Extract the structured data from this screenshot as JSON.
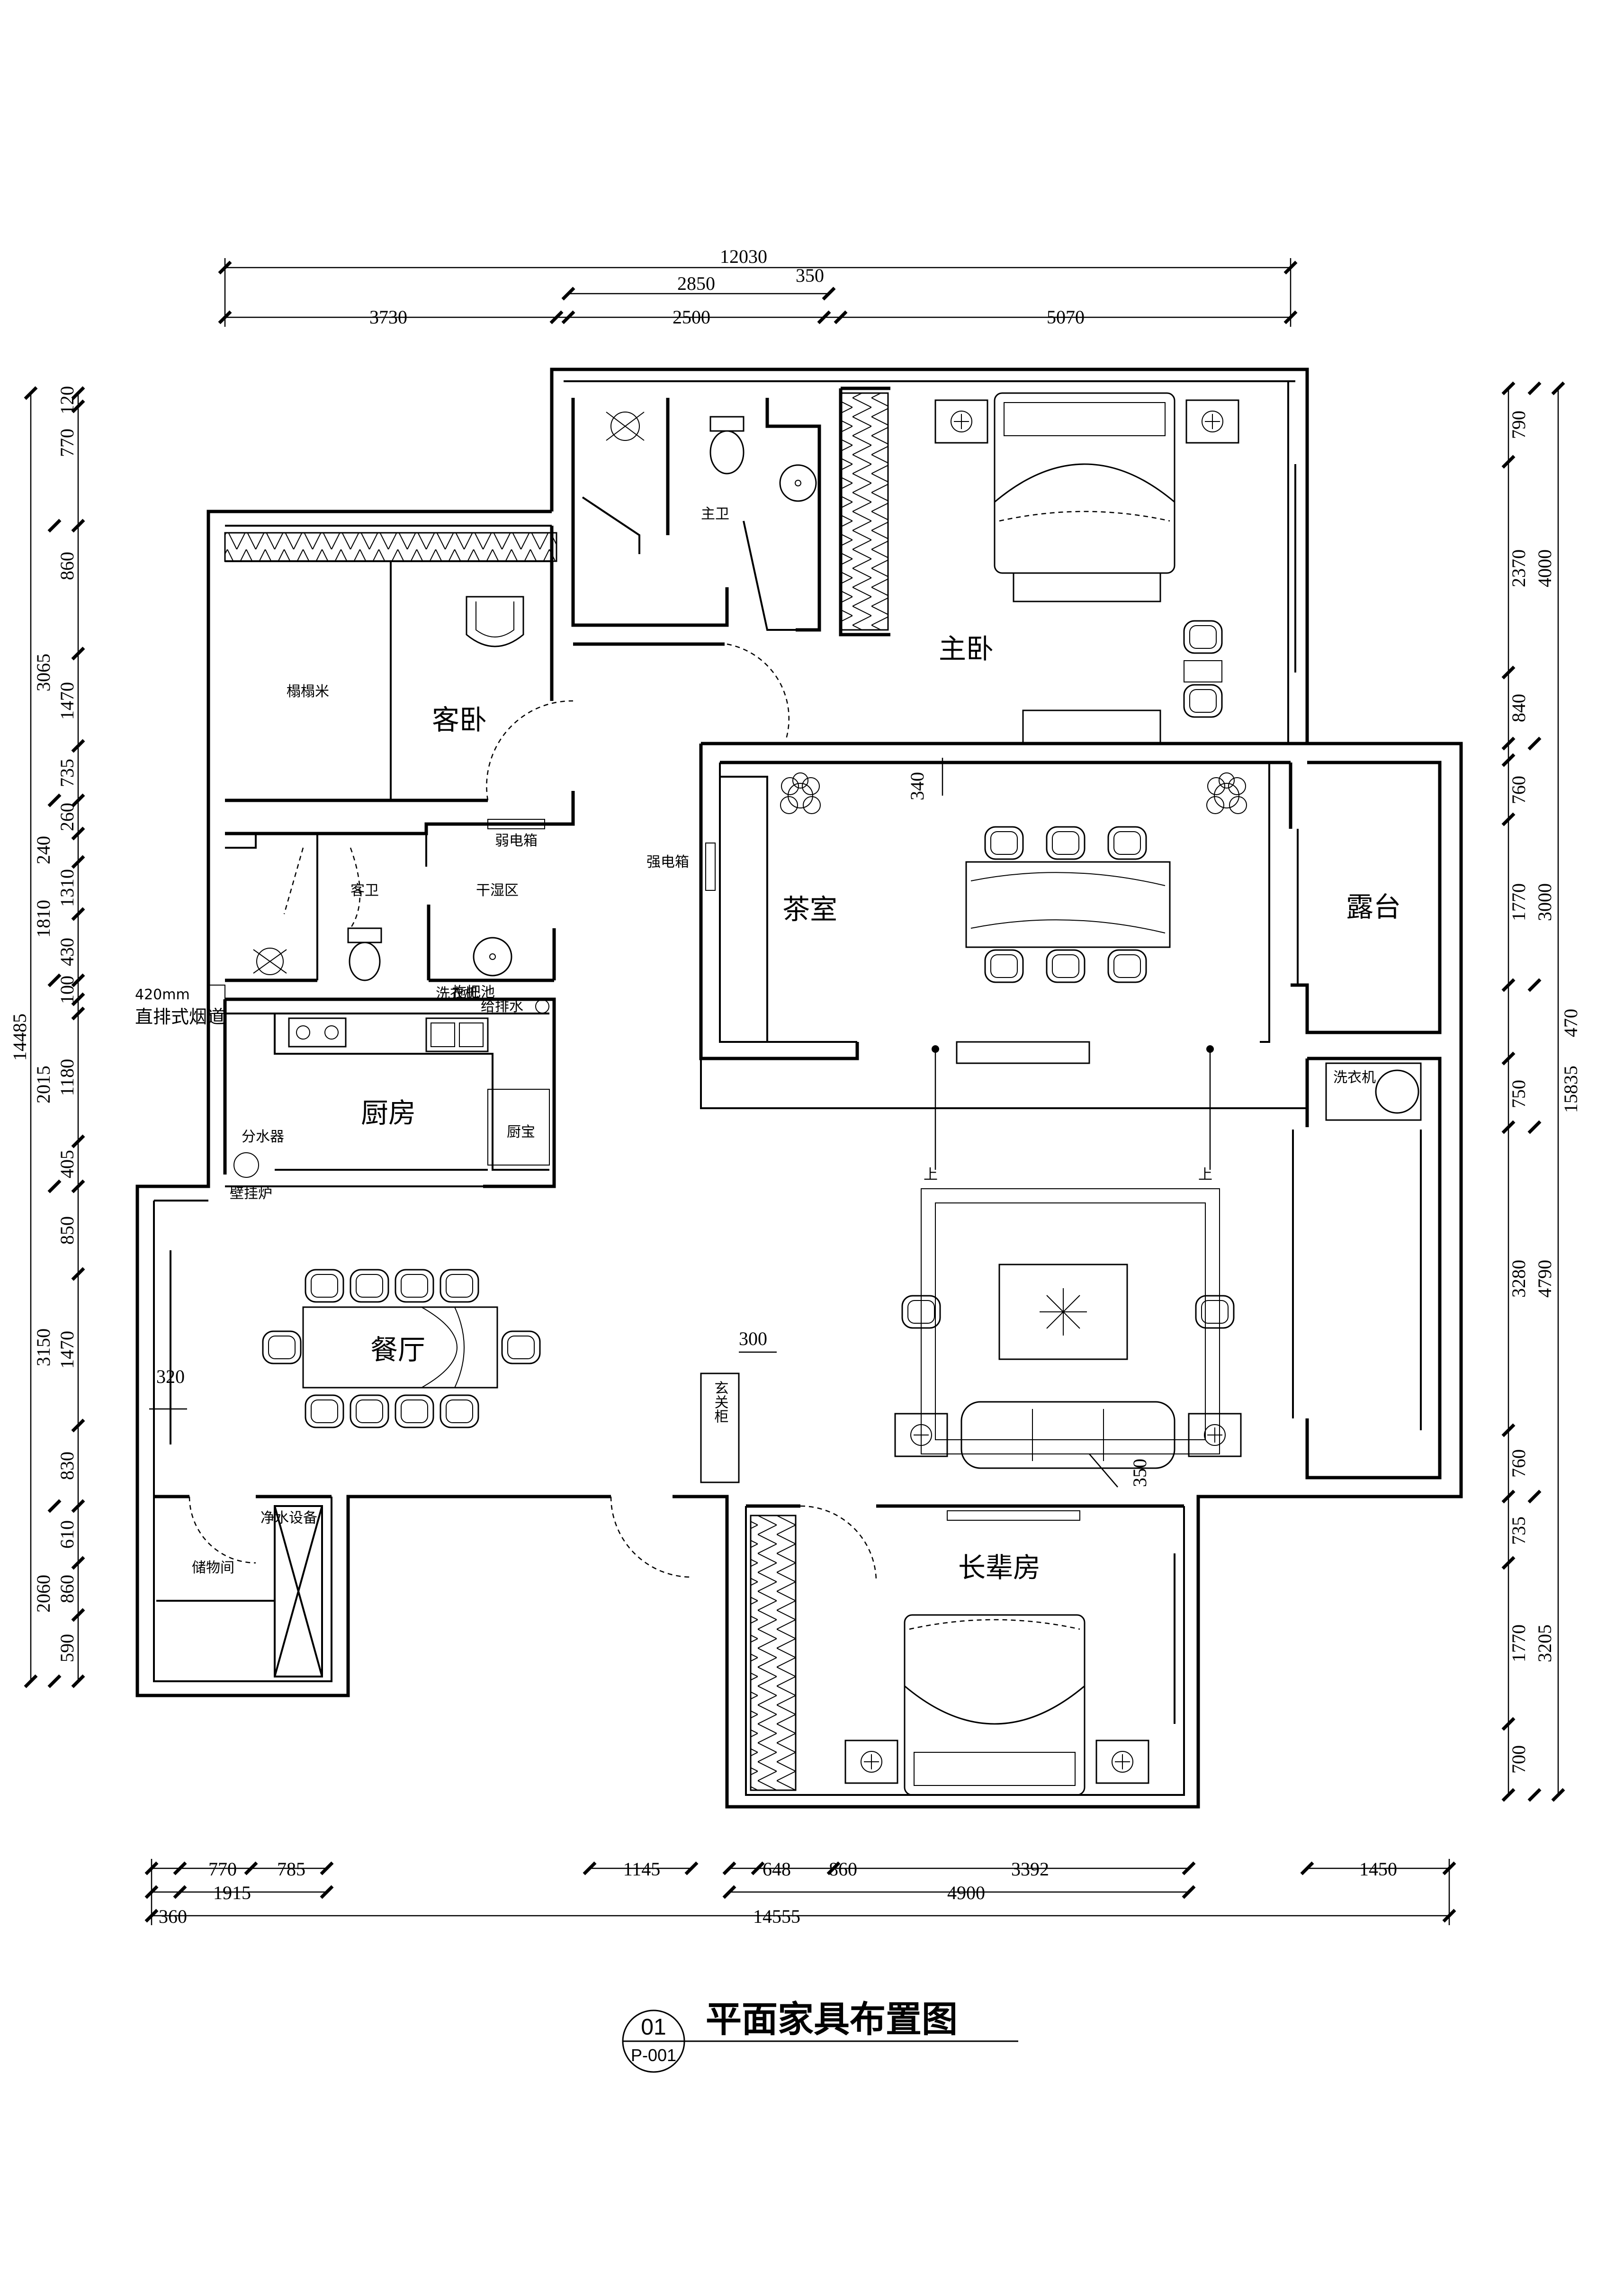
{
  "drawing": {
    "title": "平面家具布置图",
    "number": "01",
    "code": "P-001"
  },
  "rooms": {
    "guest_bedroom": "客卧",
    "tatami": "榻榻米",
    "master_bath": "主卫",
    "master_bedroom": "主卧",
    "guest_bath": "客卫",
    "dry_wet_area": "干湿区",
    "weak_box": "弱电箱",
    "strong_box": "强电箱",
    "tea_room": "茶室",
    "terrace": "露台",
    "kitchen": "厨房",
    "dining": "餐厅",
    "elder_room": "长辈房",
    "storage": "储物间",
    "entry_cabinet": "玄关柜",
    "flue_size": "420mm",
    "flue": "直排式烟道",
    "water_divider": "分水器",
    "boiler": "壁挂炉",
    "water_purifier": "净水设备",
    "mop_pool": "拖把池",
    "water_supply": "给排水",
    "pantry": "厨宝",
    "washer": "洗衣机",
    "up_left": "上",
    "up_right": "上"
  },
  "dimensions": {
    "top_total": "12030",
    "top_mid": "2850",
    "top_mid2": "350",
    "top_a": "3730",
    "top_b": "2500",
    "top_c": "5070",
    "left_total": "14485",
    "left": [
      "120",
      "770",
      "860",
      "3065",
      "1470",
      "735",
      "240",
      "260",
      "1810",
      "1310",
      "430",
      "100",
      "2015",
      "1180",
      "405",
      "850",
      "3150",
      "1470",
      "830",
      "610",
      "2060",
      "860",
      "590"
    ],
    "right_total": "15835",
    "right": [
      "790",
      "2370",
      "4000",
      "840",
      "760",
      "1770",
      "3000",
      "470",
      "750",
      "3280",
      "4790",
      "760",
      "735",
      "1770",
      "3205",
      "700"
    ],
    "bottom_a": [
      "770",
      "785"
    ],
    "bottom_a_total": "1915",
    "bottom_b": "1145",
    "bottom_c": [
      "648",
      "860",
      "3392"
    ],
    "bottom_c_total": "4900",
    "bottom_d": "1450",
    "bottom_left": "360",
    "bottom_total": "14555",
    "inner_340": "340",
    "inner_300": "300",
    "inner_350": "350",
    "inner_320": "320"
  }
}
